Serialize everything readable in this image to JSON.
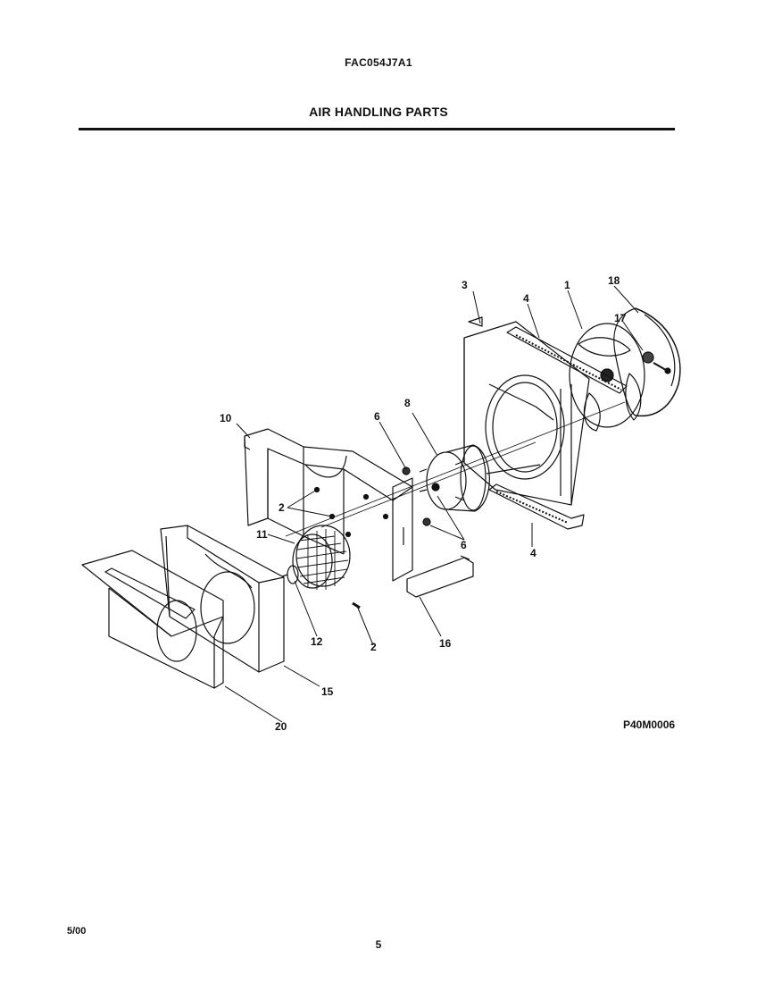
{
  "header": {
    "model_number": "FAC054J7A1",
    "section_title": "AIR HANDLING PARTS"
  },
  "diagram": {
    "figure_code": "P40M0006",
    "callouts": {
      "c1": "1",
      "c2a": "2",
      "c2b": "2",
      "c3": "3",
      "c4a": "4",
      "c4b": "4",
      "c6a": "6",
      "c6b": "6",
      "c8": "8",
      "c10": "10",
      "c11": "11",
      "c12": "12",
      "c15": "15",
      "c16": "16",
      "c17": "17",
      "c18": "18",
      "c20": "20"
    }
  },
  "footer": {
    "date": "5/00",
    "page_number": "5"
  }
}
